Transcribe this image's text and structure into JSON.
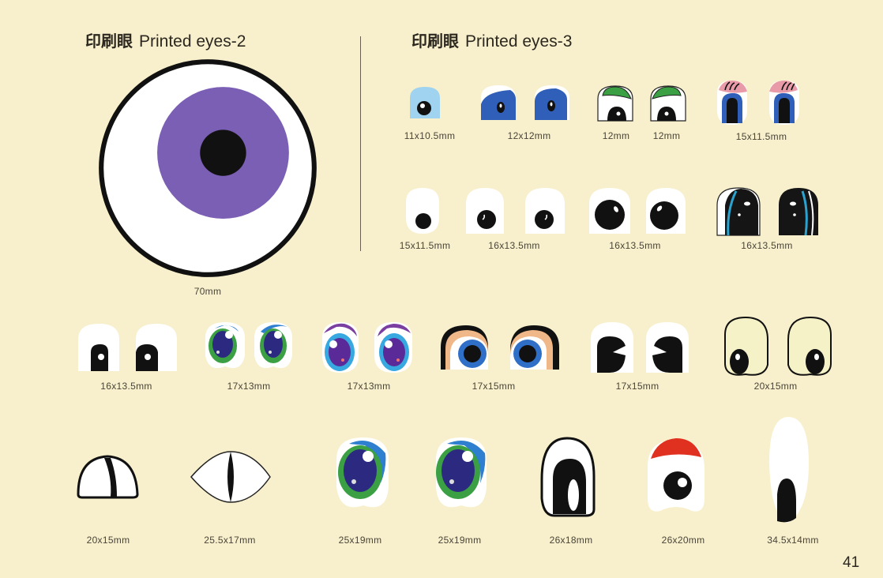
{
  "sections": [
    {
      "title_zh": "印刷眼",
      "title_en": "Printed eyes-2"
    },
    {
      "title_zh": "印刷眼",
      "title_en": "Printed eyes-3"
    }
  ],
  "labels": {
    "big": "70mm",
    "r1": [
      "11x10.5mm",
      "12x12mm",
      "12mm",
      "12mm",
      "15x11.5mm"
    ],
    "r2": [
      "15x11.5mm",
      "16x13.5mm",
      "16x13.5mm",
      "16x13.5mm"
    ],
    "r3": [
      "16x13.5mm",
      "17x13mm",
      "17x13mm",
      "17x15mm",
      "17x15mm",
      "20x15mm"
    ],
    "r4": [
      "20x15mm",
      "25.5x17mm",
      "25x19mm",
      "25x19mm",
      "26x18mm",
      "26x20mm",
      "34.5x14mm"
    ]
  },
  "page_number": "41",
  "colors": {
    "background": "#f8f0cc",
    "iris_purple": "#7b5fb4",
    "blue": "#2f5fb8",
    "green": "#3aa043",
    "red": "#e03020",
    "pink": "#e89aa8",
    "light_blue": "#9fd3ef"
  }
}
